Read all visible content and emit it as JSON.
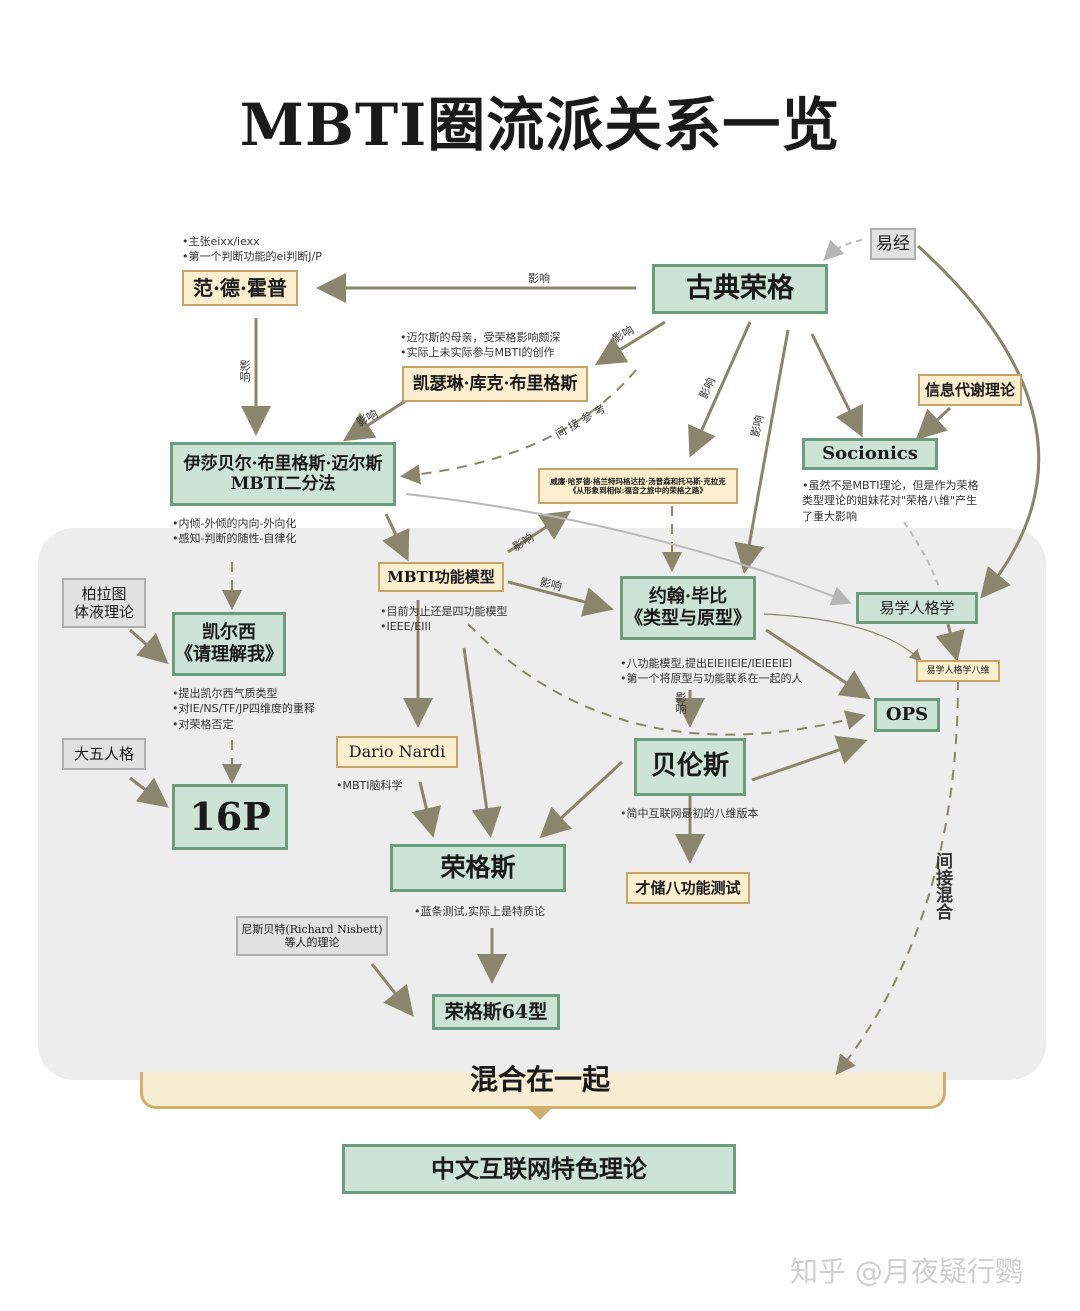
{
  "title": "MBTI圈流派关系一览",
  "colors": {
    "green_fill": "#cde3d5",
    "green_border": "#6d9d80",
    "cream_fill": "#fbefcf",
    "gray_fill": "#e1e1e1",
    "region": "#ededed",
    "arrow": "#8a866e"
  },
  "nodes": {
    "yijing": "易经",
    "classic_jung": "古典荣格",
    "van_der_hoop": "范·德·霍普",
    "katharine": "凯瑟琳·库克·布里格斯",
    "myers": "伊莎贝尔·布里格斯·迈尔斯\nMBTI二分法",
    "socionics": "Socionics",
    "info_metabolism": "信息代谢理论",
    "harold": "威廉·哈罗德·格兰特玛格达拉·汤普森和托马斯·克拉克\n《从形象到相似:福音之旅中的荣格之路》",
    "plato": "柏拉图\n体液理论",
    "keirsey": "凯尔西\n《请理解我》",
    "mbti_function": "MBTI功能模型",
    "beebe": "约翰·毕比\n《类型与原型》",
    "yixue": "易学人格学",
    "yixue_eight": "易学人格学八维",
    "ops": "OPS",
    "big_five": "大五人格",
    "p16": "16P",
    "dario": "Dario Nardi",
    "bellows": "贝伦斯",
    "jungs": "荣格斯",
    "caichu": "才储八功能测试",
    "nisbett": "尼斯贝特(Richard Nisbett)\n等人的理论",
    "jungs64": "荣格斯64型",
    "chinese": "中文互联网特色理论"
  },
  "notes": {
    "van_der_hoop": "•主张eixx/iexx\n•第一个判断功能的ei判断J/P",
    "katharine": "•迈尔斯的母亲，受荣格影响颇深\n•实际上未实际参与MBTI的创作",
    "myers": "•内倾-外倾的内向-外向化\n•感知-判断的随性-自律化",
    "socionics": "•虽然不是MBTI理论，但是作为荣格\n类型理论的姐妹花对\"荣格八维\"产生\n了重大影响",
    "mbti_function": "•目前为止还是四功能模型\n•IEEE/EIII",
    "beebe": "•八功能模型,提出EIEIIEIE/IEIEEIEI\n•第一个将原型与功能联系在一起的人",
    "keirsey": "•提出凯尔西气质类型\n•对IE/NS/TF/JP四维度的重释\n•对荣格否定",
    "dario": "•MBTI脑科学",
    "bellows": "•简中互联网最初的八维版本",
    "jungs": "•蓝条测试,实际上是特质论"
  },
  "edge_labels": {
    "influence": "影响",
    "indirect_ref": "间接参考",
    "indirect_mix": "间接混合"
  },
  "mix_label": "混合在一起",
  "watermark": "知乎 @月夜疑行鹦"
}
